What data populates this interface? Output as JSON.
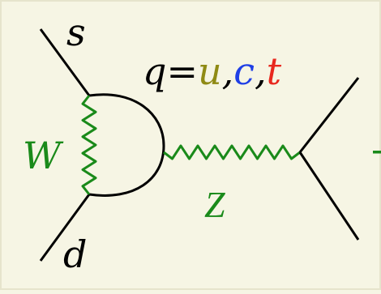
{
  "diagram": {
    "labels": {
      "strange": "s",
      "down": "d",
      "w_boson": "W",
      "z_boson": "Z",
      "quark_prefix": "q=",
      "quark_u": "u",
      "quark_c": "c",
      "quark_t": "t",
      "comma_1": ",",
      "comma_2": ",",
      "edge_mark": "-"
    },
    "colors": {
      "background": "#f6f5e4",
      "line": "#000000",
      "boson": "#1a8a1a",
      "quark_u": "#8f8a14",
      "quark_c": "#1f3fe6",
      "quark_t": "#e8281e"
    }
  }
}
